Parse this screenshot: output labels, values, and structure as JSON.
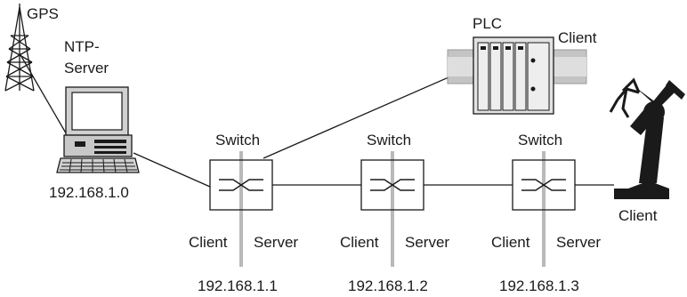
{
  "gps_label": "GPS",
  "ntp_server": {
    "label_line1": "NTP-",
    "label_line2": "Server",
    "ip": "192.168.1.0"
  },
  "plc": {
    "label": "PLC",
    "role": "Client"
  },
  "switches": [
    {
      "label": "Switch",
      "left_role": "Client",
      "right_role": "Server",
      "ip": "192.168.1.1"
    },
    {
      "label": "Switch",
      "left_role": "Client",
      "right_role": "Server",
      "ip": "192.168.1.2"
    },
    {
      "label": "Switch",
      "left_role": "Client",
      "right_role": "Server",
      "ip": "192.168.1.3"
    }
  ],
  "robot": {
    "role": "Client"
  },
  "colors": {
    "line": "#1a1a1a",
    "divider": "#b9b9b9",
    "plc_body": "#d9d9d9",
    "robot": "#1a1a1a"
  }
}
